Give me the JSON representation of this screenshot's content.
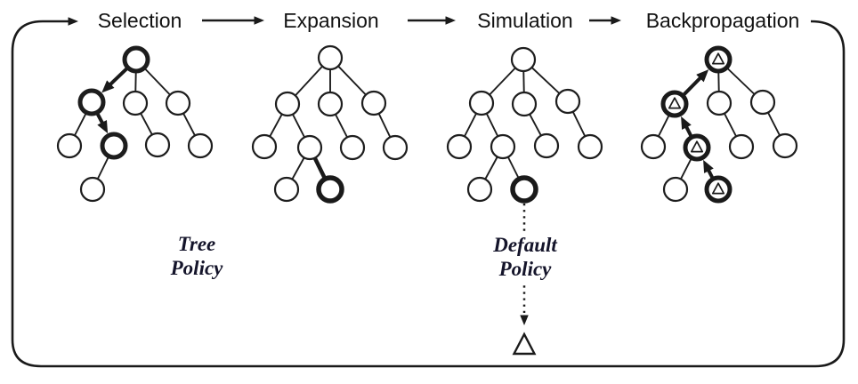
{
  "header": {
    "phases": [
      {
        "label": "Selection"
      },
      {
        "label": "Expansion"
      },
      {
        "label": "Simulation"
      },
      {
        "label": "Backpropagation"
      }
    ]
  },
  "annotations": {
    "tree_policy_line1": "Tree",
    "tree_policy_line2": "Policy",
    "default_policy_line1": "Default",
    "default_policy_line2": "Policy"
  },
  "icons": {
    "node": "circle-node-icon",
    "highlighted_node": "bold-circle-node-icon",
    "reward": "triangle-reward-icon",
    "terminal_state": "triangle-terminal-icon",
    "flow": "arrow-icon",
    "rollout": "dotted-arrow-icon"
  },
  "colors": {
    "stroke": "#1a1a1a",
    "background": "#ffffff",
    "phase_label_text": "#121212",
    "policy_label_text": "#14142a"
  }
}
